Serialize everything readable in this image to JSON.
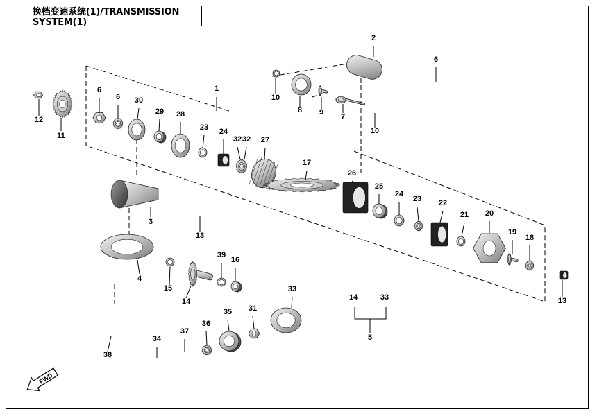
{
  "title": "换档变速系统(1)/TRANSMISSION SYSTEM(1)",
  "fwd_label": "FWD",
  "callouts": [
    "1",
    "2",
    "3",
    "4",
    "5",
    "6",
    "6",
    "6",
    "7",
    "8",
    "9",
    "10",
    "10",
    "11",
    "12",
    "13",
    "13",
    "14",
    "14",
    "15",
    "16",
    "17",
    "18",
    "19",
    "20",
    "21",
    "22",
    "23",
    "23",
    "24",
    "24",
    "25",
    "26",
    "27",
    "28",
    "29",
    "30",
    "31",
    "32",
    "32",
    "33",
    "33",
    "34",
    "35",
    "36",
    "37",
    "38",
    "39"
  ],
  "parts": [
    {
      "id": "12",
      "kind": "hex-nut"
    },
    {
      "id": "11",
      "kind": "gear"
    },
    {
      "id": "6",
      "kind": "hex-nut"
    },
    {
      "id": "30",
      "kind": "spline-gear"
    },
    {
      "id": "29",
      "kind": "ring"
    },
    {
      "id": "28",
      "kind": "shift-sleeve"
    },
    {
      "id": "23",
      "kind": "ring"
    },
    {
      "id": "24",
      "kind": "washer"
    },
    {
      "id": "32",
      "kind": "needle-bearing"
    },
    {
      "id": "27",
      "kind": "gear"
    },
    {
      "id": "17",
      "kind": "shaft"
    },
    {
      "id": "26",
      "kind": "gear"
    },
    {
      "id": "25",
      "kind": "needle-bearing"
    },
    {
      "id": "22",
      "kind": "shift-sleeve"
    },
    {
      "id": "21",
      "kind": "washer"
    },
    {
      "id": "20",
      "kind": "gear"
    },
    {
      "id": "19",
      "kind": "needle-bearing"
    },
    {
      "id": "18",
      "kind": "washer"
    },
    {
      "id": "13",
      "kind": "hex-nut"
    },
    {
      "id": "2",
      "kind": "shaft-gear"
    },
    {
      "id": "8",
      "kind": "gear"
    },
    {
      "id": "9",
      "kind": "needle-bearing"
    },
    {
      "id": "7",
      "kind": "pin"
    },
    {
      "id": "10",
      "kind": "washer"
    },
    {
      "id": "3",
      "kind": "shaft-gear"
    },
    {
      "id": "4",
      "kind": "shaft-gear"
    },
    {
      "id": "15",
      "kind": "washer"
    },
    {
      "id": "14",
      "kind": "bevel-gear"
    },
    {
      "id": "39",
      "kind": "ring"
    },
    {
      "id": "16",
      "kind": "washer"
    },
    {
      "id": "33",
      "kind": "bevel-shaft"
    },
    {
      "id": "31",
      "kind": "washer"
    },
    {
      "id": "35",
      "kind": "bearing"
    },
    {
      "id": "36",
      "kind": "washer"
    },
    {
      "id": "37",
      "kind": "hex-nut"
    },
    {
      "id": "34",
      "kind": "seal"
    },
    {
      "id": "38",
      "kind": "gear"
    }
  ],
  "icons": {
    "fwd": "fwd-arrow-icon"
  }
}
